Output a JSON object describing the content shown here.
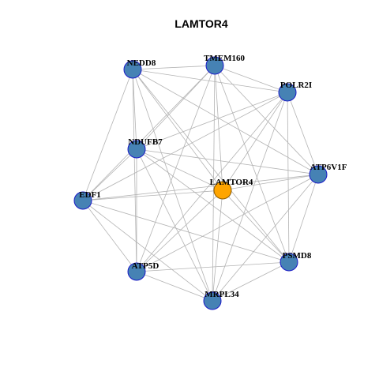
{
  "title": "LAMTOR4",
  "colors": {
    "hub_fill": "#FFA500",
    "hub_stroke": "#8B5A00",
    "node_fill": "#4682B4",
    "node_stroke": "#1B1BC8",
    "edge": "#B3B3B3"
  },
  "nodes": [
    {
      "id": "LAMTOR4",
      "label": "LAMTOR4",
      "hub": true
    },
    {
      "id": "NEDD8",
      "label": "NEDD8"
    },
    {
      "id": "TMEM160",
      "label": "TMEM160"
    },
    {
      "id": "POLR2I",
      "label": "POLR2I"
    },
    {
      "id": "NDUFB7",
      "label": "NDUFB7"
    },
    {
      "id": "ATP6V1F",
      "label": "ATP6V1F"
    },
    {
      "id": "EDF1",
      "label": "EDF1"
    },
    {
      "id": "PSMD8",
      "label": "PSMD8"
    },
    {
      "id": "ATP5D",
      "label": "ATP5D"
    },
    {
      "id": "MRPL34",
      "label": "MRPL34"
    }
  ],
  "edges": [
    [
      "NEDD8",
      "TMEM160"
    ],
    [
      "NEDD8",
      "POLR2I"
    ],
    [
      "NEDD8",
      "NDUFB7"
    ],
    [
      "NEDD8",
      "ATP6V1F"
    ],
    [
      "NEDD8",
      "EDF1"
    ],
    [
      "NEDD8",
      "PSMD8"
    ],
    [
      "NEDD8",
      "ATP5D"
    ],
    [
      "NEDD8",
      "MRPL34"
    ],
    [
      "NEDD8",
      "LAMTOR4"
    ],
    [
      "TMEM160",
      "POLR2I"
    ],
    [
      "TMEM160",
      "NDUFB7"
    ],
    [
      "TMEM160",
      "ATP6V1F"
    ],
    [
      "TMEM160",
      "EDF1"
    ],
    [
      "TMEM160",
      "PSMD8"
    ],
    [
      "TMEM160",
      "ATP5D"
    ],
    [
      "TMEM160",
      "MRPL34"
    ],
    [
      "TMEM160",
      "LAMTOR4"
    ],
    [
      "POLR2I",
      "NDUFB7"
    ],
    [
      "POLR2I",
      "ATP6V1F"
    ],
    [
      "POLR2I",
      "EDF1"
    ],
    [
      "POLR2I",
      "PSMD8"
    ],
    [
      "POLR2I",
      "ATP5D"
    ],
    [
      "POLR2I",
      "MRPL34"
    ],
    [
      "POLR2I",
      "LAMTOR4"
    ],
    [
      "NDUFB7",
      "ATP6V1F"
    ],
    [
      "NDUFB7",
      "EDF1"
    ],
    [
      "NDUFB7",
      "PSMD8"
    ],
    [
      "NDUFB7",
      "ATP5D"
    ],
    [
      "NDUFB7",
      "MRPL34"
    ],
    [
      "NDUFB7",
      "LAMTOR4"
    ],
    [
      "ATP6V1F",
      "EDF1"
    ],
    [
      "ATP6V1F",
      "PSMD8"
    ],
    [
      "ATP6V1F",
      "ATP5D"
    ],
    [
      "ATP6V1F",
      "MRPL34"
    ],
    [
      "ATP6V1F",
      "LAMTOR4"
    ],
    [
      "EDF1",
      "PSMD8"
    ],
    [
      "EDF1",
      "ATP5D"
    ],
    [
      "EDF1",
      "MRPL34"
    ],
    [
      "EDF1",
      "LAMTOR4"
    ],
    [
      "PSMD8",
      "ATP5D"
    ],
    [
      "PSMD8",
      "MRPL34"
    ],
    [
      "PSMD8",
      "LAMTOR4"
    ],
    [
      "ATP5D",
      "MRPL34"
    ],
    [
      "ATP5D",
      "LAMTOR4"
    ],
    [
      "MRPL34",
      "LAMTOR4"
    ]
  ]
}
